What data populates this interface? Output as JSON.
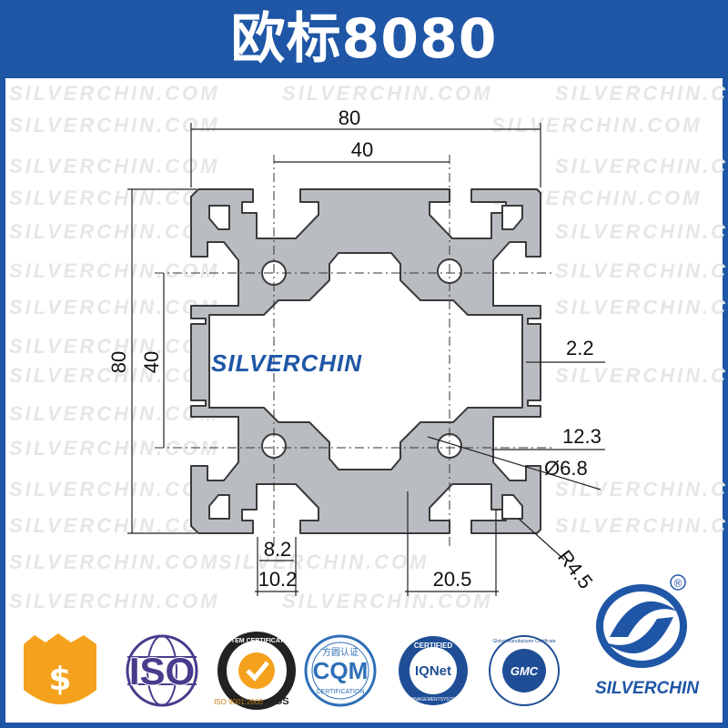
{
  "title": "欧标8080",
  "watermark": "SILVERCHIN.COM",
  "profile_label": "SILVERCHIN",
  "dimensions": {
    "overall_width": "80",
    "slot_pitch_width": "40",
    "overall_height": "80",
    "slot_pitch_height": "40",
    "wall_thickness": "2.2",
    "core_dim": "12.3",
    "hole_diameter": "Ø6.8",
    "corner_radius": "R4.5",
    "slot_inner": "8.2",
    "slot_outer": "10.2",
    "offset": "20.5"
  },
  "badges": {
    "iso": "ISO",
    "sgs_ring": "SYSTEM CERTIFICATION",
    "sgs_bottom": "ISO 9001:2000",
    "sgs_mark": "SGS",
    "cqm_top": "方圆认证",
    "cqm_main": "CQM",
    "cqm_bottom": "CERTIFICATION",
    "iqnet_top": "CERTIFIED",
    "iqnet_main": "IQNet",
    "iqnet_bottom": "MANAGEMENTSYSTEM",
    "gmc_ring": "Global Manufacturer Certificate",
    "gmc_main": "GMC",
    "brand": "SILVERCHIN",
    "registered": "®"
  },
  "colors": {
    "brand_blue": "#1f56a6",
    "profile_fill": "#b9bdc2",
    "profile_stroke": "#3a3a3a",
    "shield_orange": "#f4a11d",
    "iso_purple": "#4a3a8c"
  }
}
